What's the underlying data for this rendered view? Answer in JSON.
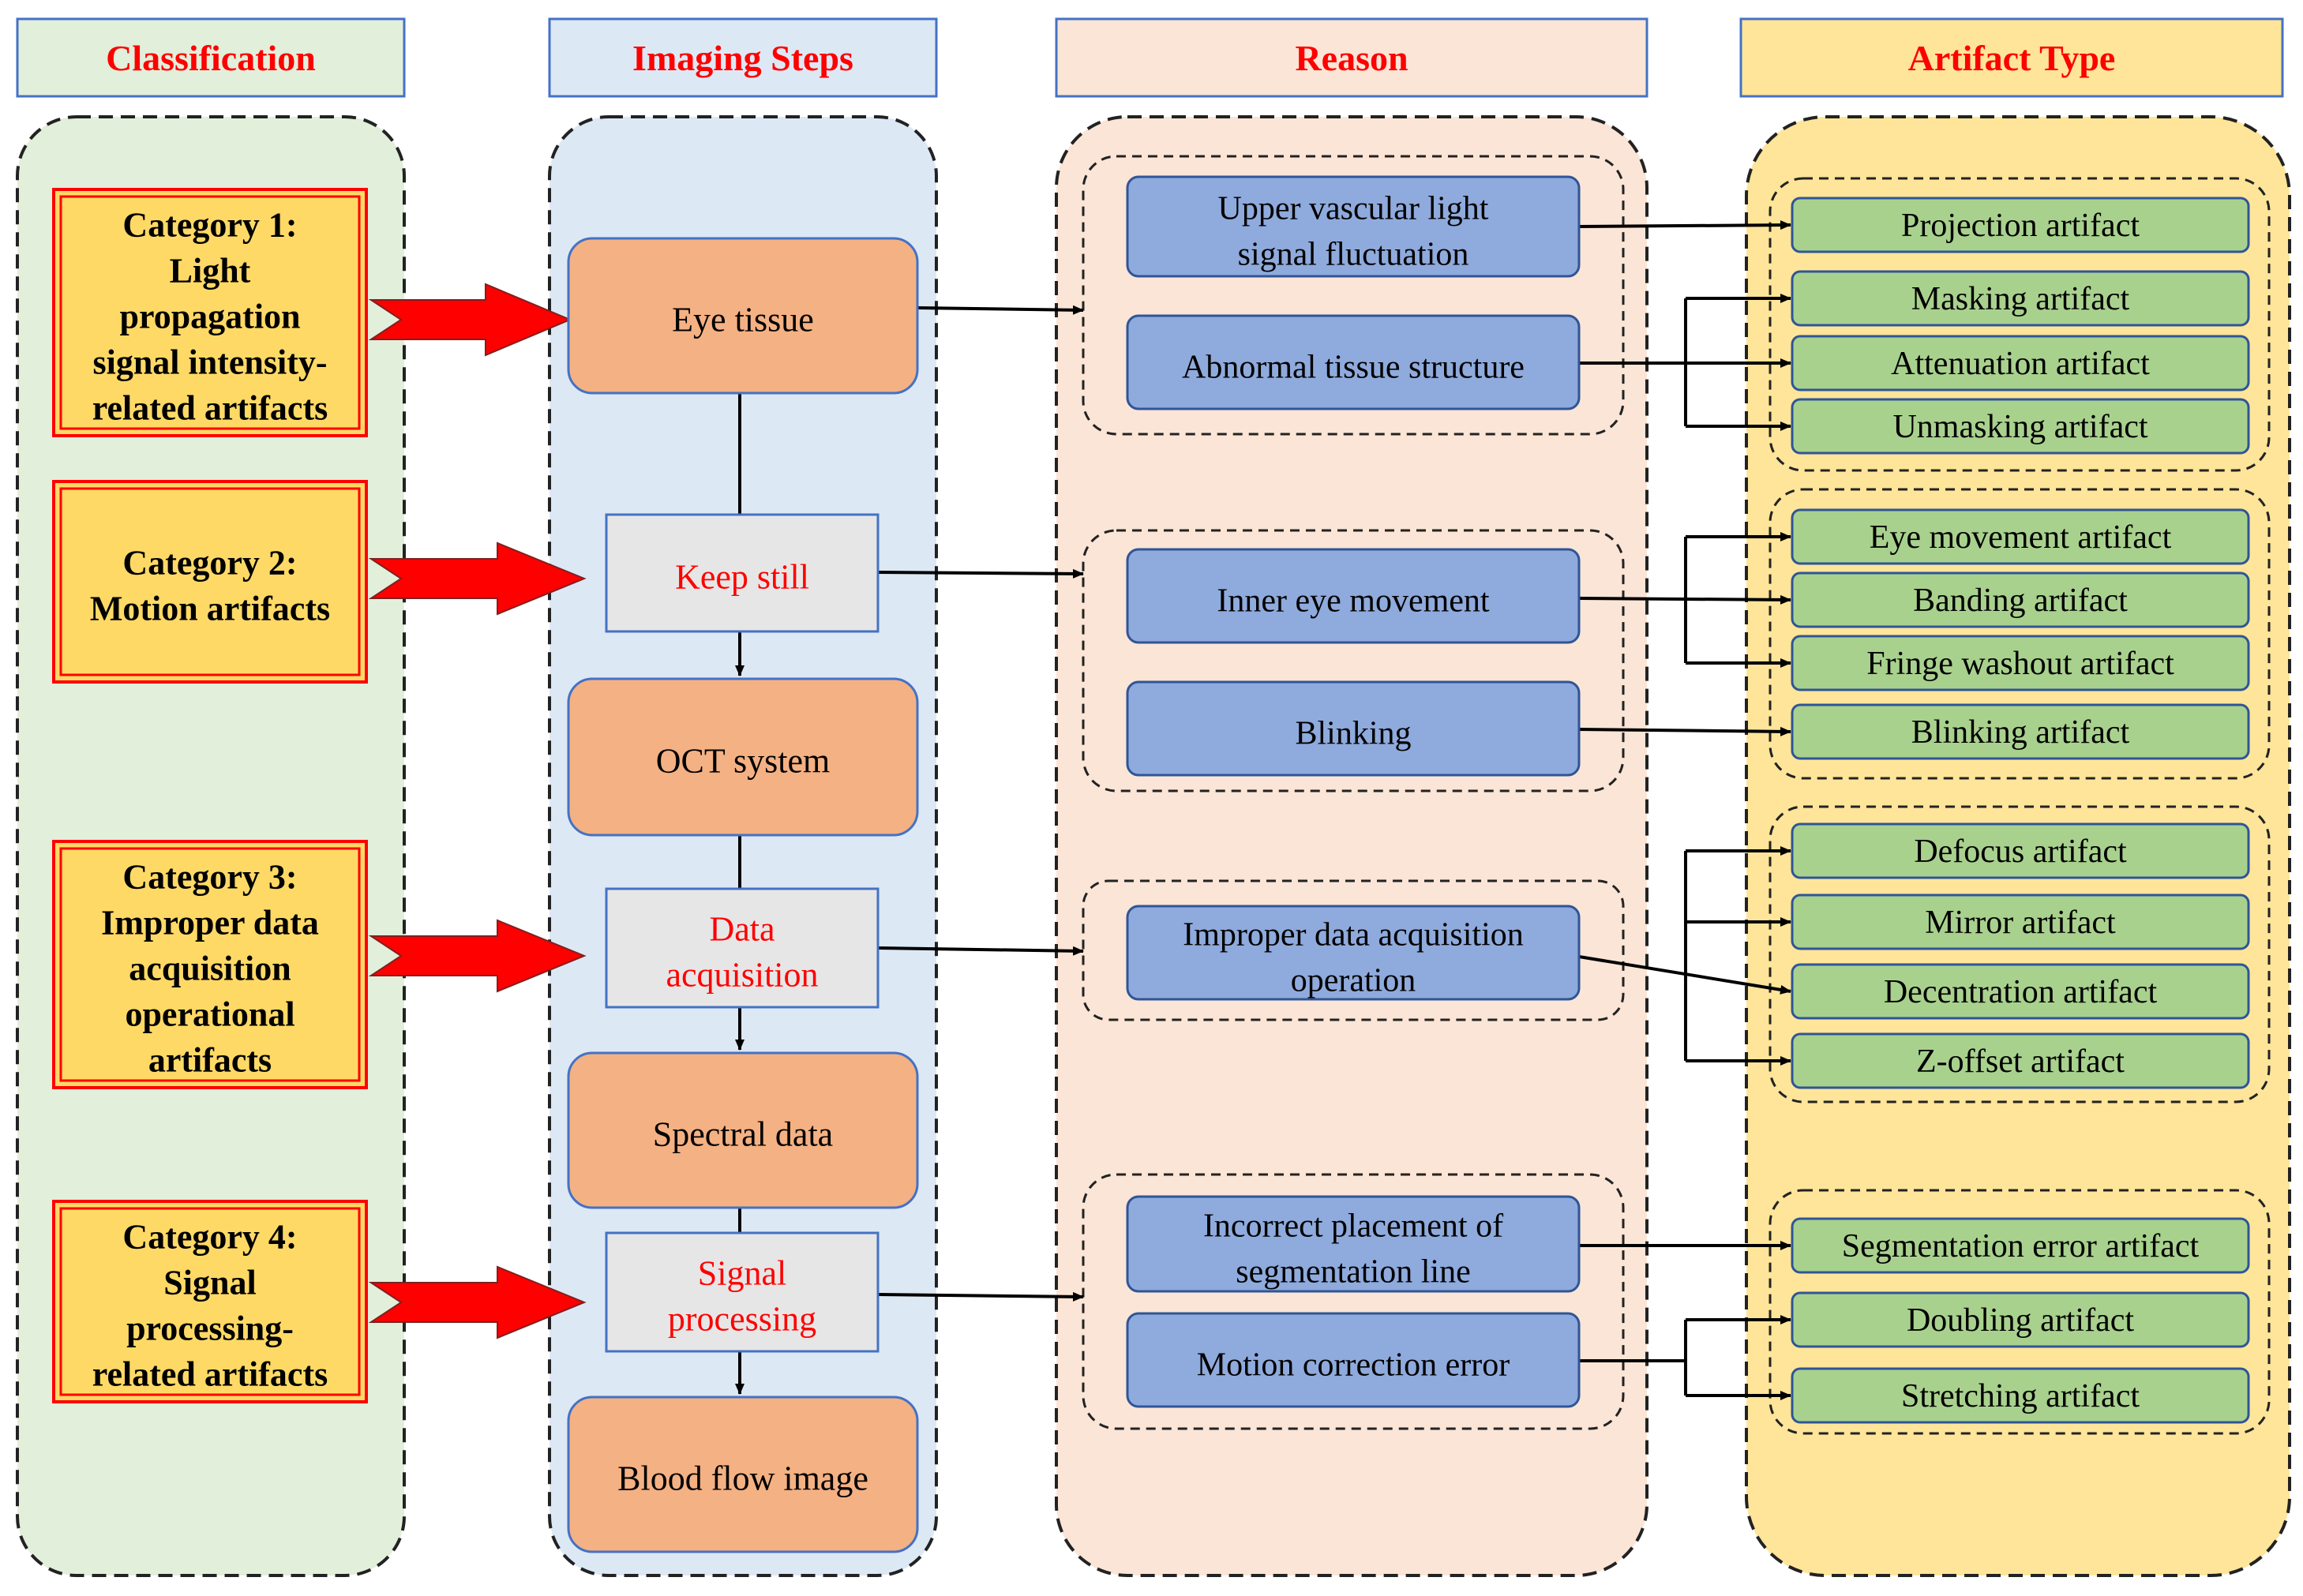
{
  "headers": {
    "classification": "Classification",
    "imaging_steps": "Imaging Steps",
    "reason": "Reason",
    "artifact_type": "Artifact Type"
  },
  "categories": [
    {
      "lines": [
        "Category 1:",
        "Light",
        "propagation",
        "signal intensity-",
        "related artifacts"
      ]
    },
    {
      "lines": [
        "Category 2:",
        "Motion artifacts"
      ]
    },
    {
      "lines": [
        "Category 3:",
        "Improper data",
        "acquisition",
        "operational",
        "artifacts"
      ]
    },
    {
      "lines": [
        "Category 4:",
        "Signal",
        "processing-",
        "related artifacts"
      ]
    }
  ],
  "steps": [
    {
      "lines": [
        "Eye tissue"
      ]
    },
    {
      "lines": [
        "Keep still"
      ]
    },
    {
      "lines": [
        "OCT system"
      ]
    },
    {
      "lines": [
        "Data",
        "acquisition"
      ]
    },
    {
      "lines": [
        "Spectral data"
      ]
    },
    {
      "lines": [
        "Signal",
        "processing"
      ]
    },
    {
      "lines": [
        "Blood flow image"
      ]
    }
  ],
  "reasons": [
    {
      "lines": [
        "Upper vascular light",
        "signal fluctuation"
      ]
    },
    {
      "lines": [
        "Abnormal tissue structure"
      ]
    },
    {
      "lines": [
        "Inner eye movement"
      ]
    },
    {
      "lines": [
        "Blinking"
      ]
    },
    {
      "lines": [
        "Improper data acquisition",
        "operation"
      ]
    },
    {
      "lines": [
        "Incorrect placement of",
        "segmentation line"
      ]
    },
    {
      "lines": [
        "Motion correction error"
      ]
    }
  ],
  "artifacts": [
    "Projection artifact",
    "Masking artifact",
    "Attenuation artifact",
    "Unmasking artifact",
    "Eye movement artifact",
    "Banding artifact",
    "Fringe washout artifact",
    "Blinking artifact",
    "Defocus artifact",
    "Mirror artifact",
    "Decentration artifact",
    "Z-offset artifact",
    "Segmentation error artifact",
    "Doubling artifact",
    "Stretching artifact"
  ],
  "colors": {
    "classification_bg": "#e2efda",
    "imaging_bg": "#dde8f5",
    "reason_bg": "#fbe5d6",
    "artifact_bg": "#fee599",
    "category_fill": "#ffd966",
    "category_border": "#ff0000",
    "step_orange": "#f4b183",
    "step_grey": "#e7e6e6",
    "reason_blue": "#8faadc",
    "artifact_green": "#a9d18e",
    "arrow_red": "#ff0000",
    "header_text": "#ff0000"
  }
}
